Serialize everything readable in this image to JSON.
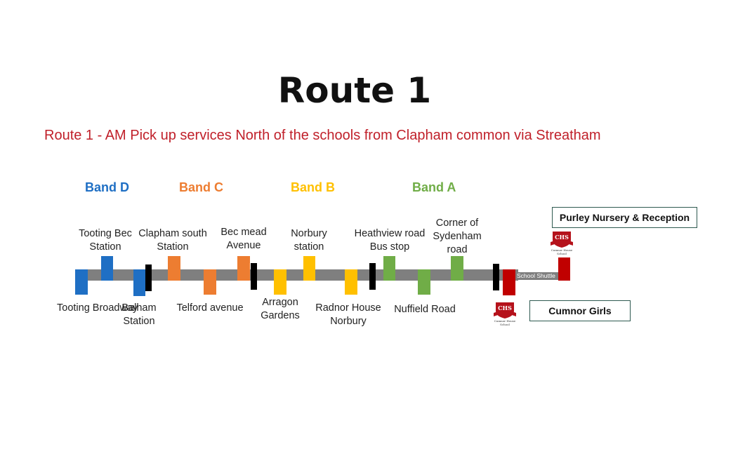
{
  "title": "Route 1",
  "subtitle": "Route 1 - AM Pick up services North of the schools from Clapham common via Streatham",
  "colors": {
    "band_d": "#1f6fc4",
    "band_c": "#ed7d31",
    "band_b": "#ffc000",
    "band_a": "#70ad47",
    "school": "#c00000",
    "line": "#7f7f7f",
    "subtitle": "#c0202a"
  },
  "bands": [
    {
      "label": "Band D",
      "color_key": "band_d"
    },
    {
      "label": "Band C",
      "color_key": "band_c"
    },
    {
      "label": "Band B",
      "color_key": "band_b"
    },
    {
      "label": "Band A",
      "color_key": "band_a"
    }
  ],
  "stops": [
    {
      "name": "Tooting Broadway",
      "band": "band_d",
      "side": "below"
    },
    {
      "name": "Tooting Bec Station",
      "band": "band_d",
      "side": "above"
    },
    {
      "name": "Balham Station",
      "band": "band_d",
      "side": "below"
    },
    {
      "name": "Clapham south Station",
      "band": "band_c",
      "side": "above"
    },
    {
      "name": "Telford avenue",
      "band": "band_c",
      "side": "below"
    },
    {
      "name": "Bec mead Avenue",
      "band": "band_c",
      "side": "above"
    },
    {
      "name": "Arragon Gardens",
      "band": "band_b",
      "side": "below"
    },
    {
      "name": "Norbury station",
      "band": "band_b",
      "side": "above"
    },
    {
      "name": "Radnor House Norbury",
      "band": "band_b",
      "side": "below"
    },
    {
      "name": "Heathview road Bus stop",
      "band": "band_a",
      "side": "above"
    },
    {
      "name": "Nuffield Road",
      "band": "band_a",
      "side": "below"
    },
    {
      "name": "Corner of Sydenham road",
      "band": "band_a",
      "side": "above"
    }
  ],
  "shuttle_label": "School Shuttle",
  "schools": {
    "cumnor": "Cumnor Girls",
    "purley": "Purley Nursery & Reception"
  },
  "logo": {
    "initials": "CHS",
    "caption": "Cumnor House School",
    "icon": "school-crest-icon"
  }
}
